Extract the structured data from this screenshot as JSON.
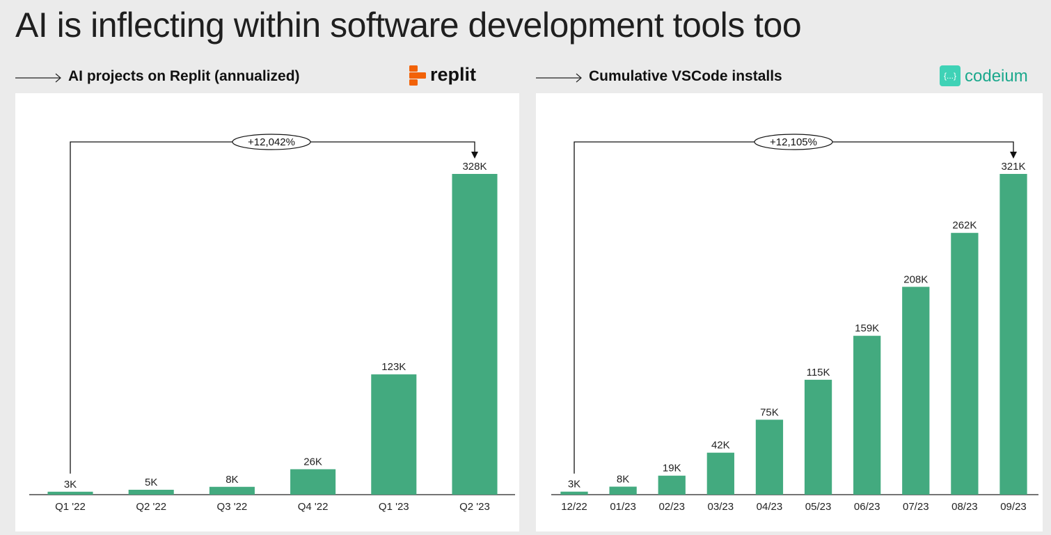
{
  "title": "AI is inflecting within software development tools too",
  "panels": [
    {
      "title": "AI projects on Replit (annualized)",
      "logo": "replit"
    },
    {
      "title": "Cumulative VSCode installs",
      "logo": "codeium",
      "logo_glyph": "{...}"
    }
  ],
  "colors": {
    "bar": "#43aa7f",
    "replit_orange": "#f26207",
    "codeium_teal": "#3fd2b6"
  },
  "chart_data": [
    {
      "type": "bar",
      "title": "AI projects on Replit (annualized)",
      "categories": [
        "Q1 '22",
        "Q2 '22",
        "Q3 '22",
        "Q4 '22",
        "Q1 '23",
        "Q2 '23"
      ],
      "values": [
        3,
        5,
        8,
        26,
        123,
        328
      ],
      "data_labels": [
        "3K",
        "5K",
        "8K",
        "26K",
        "123K",
        "328K"
      ],
      "unit": "K",
      "annotation": "+12,042%",
      "ylim": [
        0,
        328
      ],
      "grid": false
    },
    {
      "type": "bar",
      "title": "Cumulative VSCode installs",
      "categories": [
        "12/22",
        "01/23",
        "02/23",
        "03/23",
        "04/23",
        "05/23",
        "06/23",
        "07/23",
        "08/23",
        "09/23"
      ],
      "values": [
        3,
        8,
        19,
        42,
        75,
        115,
        159,
        208,
        262,
        321
      ],
      "data_labels": [
        "3K",
        "8K",
        "19K",
        "42K",
        "75K",
        "115K",
        "159K",
        "208K",
        "262K",
        "321K"
      ],
      "unit": "K",
      "annotation": "+12,105%",
      "ylim": [
        0,
        321
      ],
      "grid": false
    }
  ]
}
